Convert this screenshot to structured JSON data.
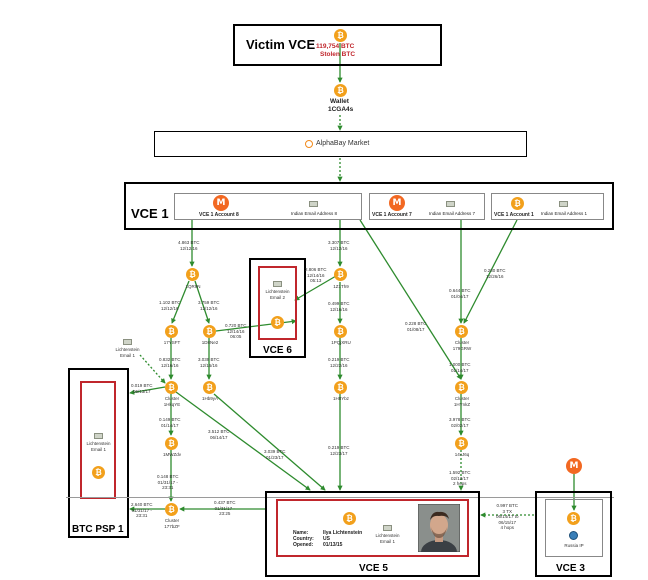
{
  "colors": {
    "arrow": "#2e8b2e",
    "box_border": "#000000",
    "highlight_red": "#c0262c",
    "bitcoin": "#f2a01c",
    "monero": "#f26822",
    "divider": "#9a9a9a"
  },
  "icons": {
    "bitcoin": "bitcoin-icon",
    "monero": "monero-icon",
    "email": "email-envelope-icon",
    "market": "alphabay-logo"
  },
  "victim": {
    "title": "Victim VCE",
    "amount": "119,754 BTC",
    "stolen": "Stolen BTC"
  },
  "wallet": {
    "line1": "Wallet",
    "line2": "1CGA4s"
  },
  "market": {
    "name": "AlphaBay Market"
  },
  "vce1": {
    "title": "VCE 1",
    "account8": {
      "name": "VCE 1 Account 8",
      "email": "Indian Email Address 8"
    },
    "account7": {
      "name": "VCE 1 Account 7",
      "email": "Indian Email Address 7"
    },
    "account1": {
      "name": "VCE 1 Account 1",
      "email": "Indian Email Address 1"
    }
  },
  "edges": {
    "e_4863": [
      "4.863 BTC",
      "12/12/16"
    ],
    "e_3307": [
      "3.307 BTC",
      "12/12/16"
    ],
    "e_0644": [
      "0.644 BTC",
      "01/04/17"
    ],
    "e_0280": [
      "0.280 BTC",
      "12/26/16"
    ],
    "e_1102": [
      "1.102 BTC",
      "12/12/16"
    ],
    "e_3759": [
      "3.759 BTC",
      "12/12/16"
    ],
    "e_2806": [
      "2.806 BTC",
      "12/14/16",
      "05:13"
    ],
    "e_0499": [
      "0.499 BTC",
      "12/16/16"
    ],
    "e_0720": [
      "0.720 BTC",
      "12/14/16",
      "06:05"
    ],
    "e_0832": [
      "0.832 BTC",
      "12/16/16"
    ],
    "e_3039": [
      "3.039 BTC",
      "12/16/16"
    ],
    "e_0219a": [
      "0.219 BTC",
      "12/22/16"
    ],
    "e_0228": [
      "0.228 BTC",
      "01/08/17"
    ],
    "e_1000": [
      "1.000 BTC",
      "01/14/17"
    ],
    "e_0019": [
      "0.019 BTC",
      "06/13/17"
    ],
    "e_0149": [
      "0.149 BTC",
      "01/14/17"
    ],
    "e_3512": [
      "3.512 BTC",
      "06/14/17"
    ],
    "e_3039b": [
      "3.039 BTC",
      "01/23/17"
    ],
    "e_0219b": [
      "0.219 BTC",
      "12/23/17"
    ],
    "e_3978": [
      "3.978 BTC",
      "02/02/17"
    ],
    "e_1592": [
      "1.592 BTC",
      "02/13/17",
      "2 hops"
    ],
    "e_0148": [
      "0.148 BTC",
      "01/31/17 -",
      "23:31"
    ],
    "e_2640": [
      "2.640 BTC",
      "01/31/17 -",
      "23:31"
    ],
    "e_0437": [
      "0.437 BTC",
      "01/31/17 -",
      "23:25"
    ],
    "e_0997": [
      "0.997 BTC",
      "3 TX",
      "06/14/17 to",
      "06/15/17",
      "4 hops"
    ]
  },
  "nodes": {
    "n_1qr": "1QR9N",
    "n_17y": "17YSFT",
    "n_1b8": "1D8Ne2",
    "n_1z1": "1Z1Th9",
    "n_1pq": "1PQjXRU",
    "n_1h8": "1H8Ybz",
    "n_1hb": "1Hb9yA",
    "n_cl179": [
      "Cluster",
      "179GRW"
    ],
    "n_cl1hk": [
      "Cluster",
      "1HkqYE"
    ],
    "n_cl1hr": [
      "Cluster",
      "1HYnkZ"
    ],
    "n_1mw": "1MWZdv",
    "n_14v": "14vJ6q",
    "n_cl177": [
      "Cluster",
      "177bZF"
    ]
  },
  "email_labels": {
    "vce6": [
      "Lichtenstein",
      "Email 2"
    ],
    "psp_side": [
      "Lichtenstein",
      "Email 1"
    ],
    "psp1": [
      "Lichtenstein",
      "Email 1"
    ],
    "vce5": [
      "Lichtenstein",
      "Email 1"
    ]
  },
  "group_labels": {
    "vce6": "VCE 6",
    "psp1": "BTC PSP 1",
    "vce5": "VCE 5",
    "vce3": "VCE 3"
  },
  "vce5_info": {
    "k_name": "Name:",
    "v_name": "Ilya Lichtenstein",
    "k_country": "Country:",
    "v_country": "US",
    "k_opened": "Opened:",
    "v_opened": "01/13/15"
  },
  "vce3_info": {
    "ip": "Russia IP"
  }
}
